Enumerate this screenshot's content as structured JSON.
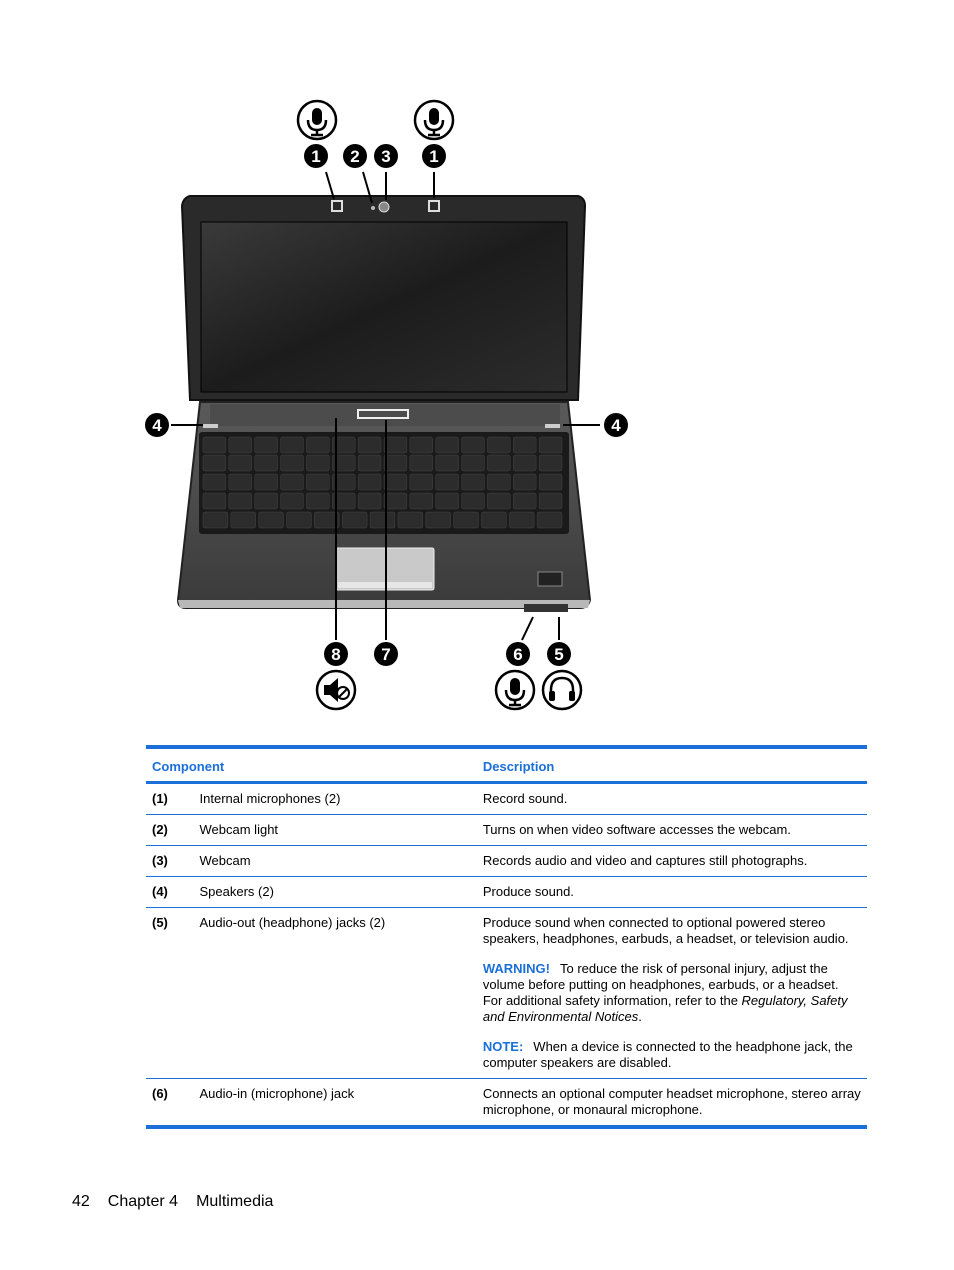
{
  "figure": {
    "callouts": {
      "c1": "1",
      "c2": "2",
      "c3": "3",
      "c4": "4",
      "c5": "5",
      "c6": "6",
      "c7": "7",
      "c8": "8"
    },
    "icons": [
      "microphone-icon",
      "microphone-icon",
      "mute-icon",
      "microphone-icon",
      "headphone-icon"
    ]
  },
  "table": {
    "headers": {
      "component": "Component",
      "description": "Description"
    },
    "rows": [
      {
        "num": "(1)",
        "component": "Internal microphones (2)",
        "desc": [
          "Record sound."
        ]
      },
      {
        "num": "(2)",
        "component": "Webcam light",
        "desc": [
          "Turns on when video software accesses the webcam."
        ]
      },
      {
        "num": "(3)",
        "component": "Webcam",
        "desc": [
          "Records audio and video and captures still photographs."
        ]
      },
      {
        "num": "(4)",
        "component": "Speakers (2)",
        "desc": [
          "Produce sound."
        ]
      },
      {
        "num": "(5)",
        "component": "Audio-out (headphone) jacks (2)",
        "desc": [
          "Produce sound when connected to optional powered stereo speakers, headphones, earbuds, a headset, or television audio."
        ],
        "warning_label": "WARNING!",
        "warning_text_a": "To reduce the risk of personal injury, adjust the volume before putting on headphones, earbuds, or a headset. For additional safety information, refer to the ",
        "warning_italic": "Regulatory, Safety and Environmental Notices",
        "warning_text_b": ".",
        "note_label": "NOTE:",
        "note_text": "When a device is connected to the headphone jack, the computer speakers are disabled."
      },
      {
        "num": "(6)",
        "component": "Audio-in (microphone) jack",
        "desc": [
          "Connects an optional computer headset microphone, stereo array microphone, or monaural microphone."
        ]
      }
    ]
  },
  "footer": {
    "page": "42",
    "chapter": "Chapter 4",
    "title": "Multimedia"
  },
  "colors": {
    "accent": "#1a6fd8"
  }
}
